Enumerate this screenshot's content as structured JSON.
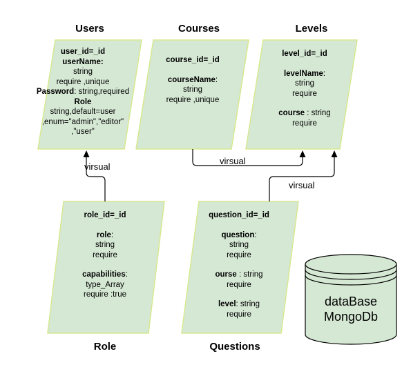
{
  "colors": {
    "fill": "#d5e8d4",
    "stroke": "#d6e88f",
    "edge": "#000000"
  },
  "titles": {
    "users": "Users",
    "courses": "Courses",
    "levels": "Levels",
    "role": "Role",
    "questions": "Questions"
  },
  "users": {
    "l1": "user_id=_id",
    "l2": "userName:",
    "l3": "string",
    "l4": "require ,unique",
    "l5_key": "Password",
    "l5_val": ": string,required",
    "l6": "Role",
    "l7": "string,default=user",
    "l8": ",enum=\"admin\",\"editor\"",
    "l9": ",\"user\""
  },
  "courses": {
    "l1": "course_id=_id",
    "l2": "courseName",
    "l2_suffix": ":",
    "l3": "string",
    "l4": "require ,unique"
  },
  "levels": {
    "l1": "level_id=_id",
    "l2": "levelName",
    "l2_suffix": ":",
    "l3": "string",
    "l4": "require",
    "l5_key": "course",
    "l5_val": " : string",
    "l6": "require"
  },
  "role": {
    "l1": "role_id=_id",
    "l2": "role",
    "l2_suffix": ":",
    "l3": "string",
    "l4": "require",
    "l5": "capabilities",
    "l5_suffix": ":",
    "l6": "type_Array",
    "l7": "require :true"
  },
  "questions": {
    "l1": "question_id=_id",
    "l2": "question",
    "l2_suffix": ":",
    "l3": "string",
    "l4": "require",
    "l5_key": "ourse",
    "l5_val": " : string",
    "l6": "require",
    "l7_key": "level",
    "l7_val": ": string",
    "l8": "require"
  },
  "edges": {
    "role_to_users": "virsual",
    "courses_to_levels": "virsual",
    "questions_to_levels": "virsual"
  },
  "database": {
    "line1": "dataBase",
    "line2": "MongoDb"
  }
}
